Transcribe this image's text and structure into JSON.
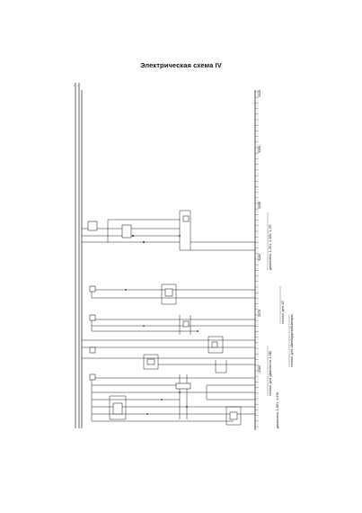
{
  "title": "Электрическая схема IV",
  "grid_numbers": [
    "3310",
    "3300",
    "3290",
    "3280",
    "3270",
    "3260"
  ],
  "notes": [
    "двигатель 1,2Ei; 1,3Ei; 1,3S",
    "только для AT",
    "только для двигателя 1,6Ei",
    "двигатель 1,6Ei; 1,6Si",
    "только для Швейцарии/Швеции"
  ]
}
